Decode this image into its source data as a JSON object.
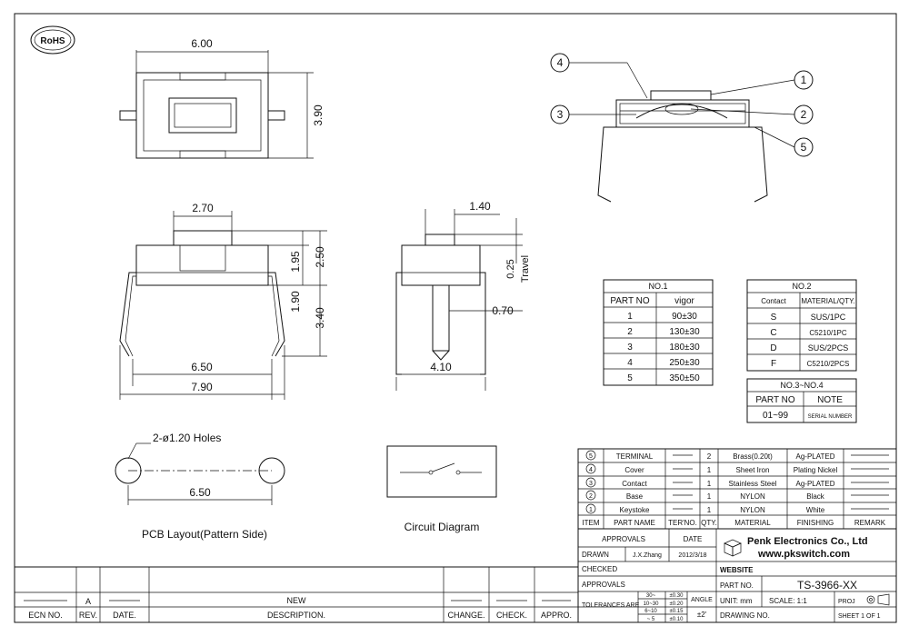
{
  "logo": "RoHS",
  "dims": {
    "top_width": "6.00",
    "top_height": "3.90",
    "front_cap_width": "2.70",
    "front_cap_h": "1.95",
    "front_total_h": "2.50",
    "front_body_h": "1.90",
    "front_lead_h": "3.40",
    "front_inner_w": "6.50",
    "front_outer_w": "7.90",
    "side_cap_w": "1.40",
    "side_travel": "0.25",
    "side_travel_label": "Travel",
    "side_pin_w": "0.70",
    "side_width": "4.10"
  },
  "pcb": {
    "holes_label": "2-ø1.20  Holes",
    "spacing": "6.50",
    "caption": "PCB Layout(Pattern Side)"
  },
  "circuit_caption": "Circuit Diagram",
  "callouts": [
    "1",
    "2",
    "3",
    "4",
    "5"
  ],
  "table1": {
    "title": "NO.1",
    "headers": [
      "PART NO",
      "vigor"
    ],
    "rows": [
      [
        "1",
        "90±30"
      ],
      [
        "2",
        "130±30"
      ],
      [
        "3",
        "180±30"
      ],
      [
        "4",
        "250±30"
      ],
      [
        "5",
        "350±50"
      ]
    ]
  },
  "table2": {
    "title": "NO.2",
    "headers": [
      "Contact",
      "MATERIAL/QTY."
    ],
    "rows": [
      [
        "S",
        "SUS/1PC"
      ],
      [
        "C",
        "C5210/1PC"
      ],
      [
        "D",
        "SUS/2PCS"
      ],
      [
        "F",
        "C5210/2PCS"
      ]
    ]
  },
  "table3": {
    "title": "NO.3~NO.4",
    "headers": [
      "PART NO",
      "NOTE"
    ],
    "rows": [
      [
        "01~99",
        "SERIAL NUMBER"
      ]
    ]
  },
  "bom": {
    "rows": [
      {
        "item": "5",
        "name": "TERMINAL",
        "qty": "2",
        "material": "Brass(0.20t)",
        "finish": "Ag-PLATED"
      },
      {
        "item": "4",
        "name": "Cover",
        "qty": "1",
        "material": "Sheet Iron",
        "finish": "Plating Nickel"
      },
      {
        "item": "3",
        "name": "Contact",
        "qty": "1",
        "material": "Stainless Steel",
        "finish": "Ag-PLATED"
      },
      {
        "item": "2",
        "name": "Base",
        "qty": "1",
        "material": "NYLON",
        "finish": "Black"
      },
      {
        "item": "1",
        "name": "Keystoke",
        "qty": "1",
        "material": "NYLON",
        "finish": "White"
      }
    ],
    "headers": [
      "ITEM",
      "PART NAME",
      "TER'NO.",
      "QTY.",
      "MATERIAL",
      "FINISHING",
      "REMARK"
    ]
  },
  "titleblock": {
    "approvals": "APPROVALS",
    "date": "DATE",
    "drawn": "DRAWN",
    "drawn_by": "J.X.Zhang",
    "drawn_date": "2012/3/18",
    "checked": "CHECKED",
    "approvals2": "APPROVALS",
    "tolerances": "TOLERANCES ARE",
    "tol_ranges": [
      "30~",
      "10~30",
      "6~10",
      "~ 5"
    ],
    "tol_values": [
      "±0.30",
      "±0.20",
      "±0.15",
      "±0.10"
    ],
    "angle": "ANGLE",
    "angle_val": "±2'",
    "company": "Penk Electronics Co., Ltd",
    "website_url": "www.pkswitch.com",
    "website": "WEBSITE",
    "part_no_label": "PART NO.",
    "part_no": "TS-3966-XX",
    "unit": "UNIT: mm",
    "scale": "SCALE: 1:1",
    "proj": "PROJ",
    "drawing_no": "DRAWING NO.",
    "sheet": "SHEET  1 OF 1"
  },
  "revision": {
    "rev": "A",
    "desc": "NEW",
    "headers": [
      "ECN NO.",
      "REV.",
      "DATE.",
      "DESCRIPTION.",
      "CHANGE.",
      "CHECK.",
      "APPRO."
    ]
  }
}
